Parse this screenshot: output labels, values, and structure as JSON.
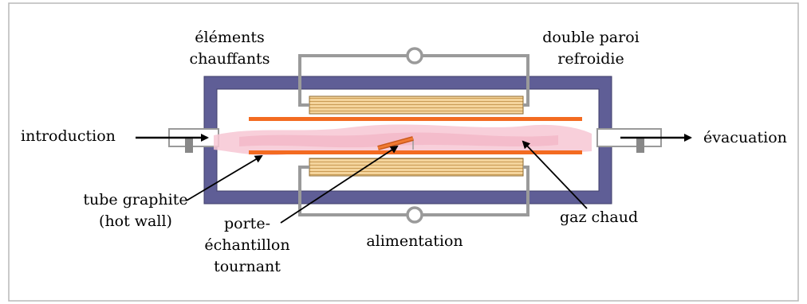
{
  "labels": {
    "heating_elements": [
      "éléments",
      "chauffants"
    ],
    "double_wall": [
      "double paroi",
      "refroidie"
    ],
    "inlet": "introduction",
    "outlet": "évacuation",
    "graphite_tube": [
      "tube graphite",
      "(hot wall)"
    ],
    "sample_holder": [
      "porte-",
      "échantillon",
      "tournant"
    ],
    "power_supply": "alimentation",
    "hot_gas": "gaz chaud"
  },
  "colors": {
    "cooled_wall": "#5f5e96",
    "graphite_tube": "#f36b21",
    "heating_coil": "#f4d49c",
    "coil_stripe": "#c99a53",
    "circuit_wire": "#9a9a9a",
    "hot_gas": "#f7c7d4",
    "border": "#b8b8b8"
  }
}
